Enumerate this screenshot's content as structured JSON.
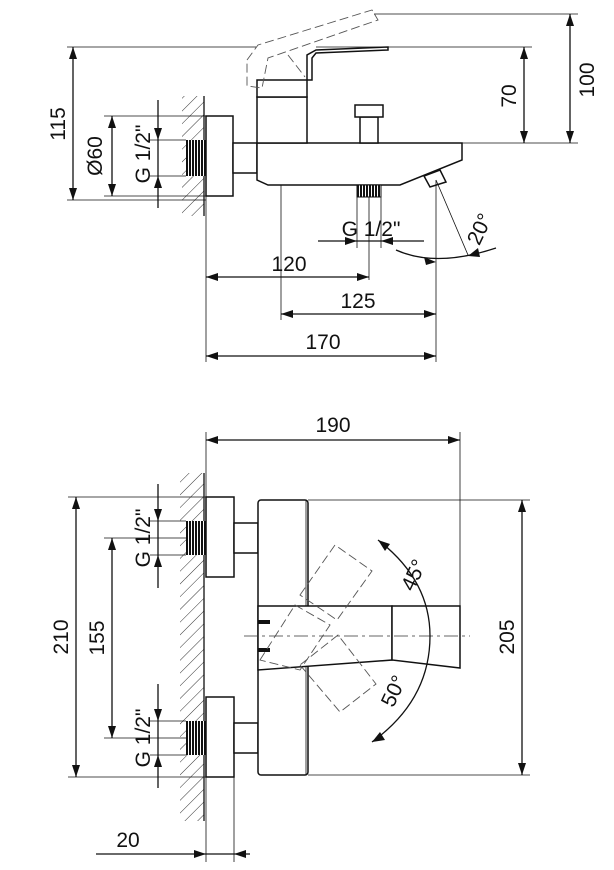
{
  "top_view": {
    "dim_height_total": "100",
    "dim_height_body": "70",
    "dim_height_mount": "115",
    "dim_diameter": "Ø60",
    "dim_thread_left": "G 1/2\"",
    "dim_thread_bottom": "G 1/2\"",
    "dim_angle": "20°",
    "dim_120": "120",
    "dim_125": "125",
    "dim_170": "170"
  },
  "bottom_view": {
    "dim_width": "190",
    "dim_height_left": "210",
    "dim_spacing": "155",
    "dim_height_right": "205",
    "dim_thread_top": "G 1/2\"",
    "dim_thread_bottom": "G 1/2\"",
    "dim_angle_up": "45°",
    "dim_angle_down": "50°",
    "dim_wall": "20"
  }
}
